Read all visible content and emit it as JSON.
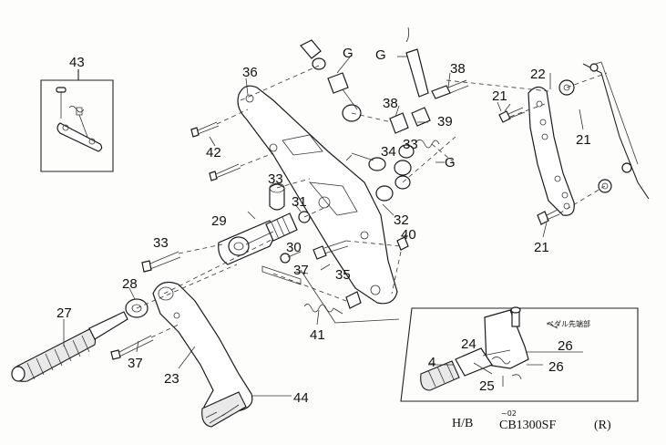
{
  "callouts": {
    "p43": "43",
    "p36": "36",
    "pG1": "G",
    "pG2": "G",
    "pG3": "G",
    "p38a": "38",
    "p38b": "38",
    "p39": "39",
    "p34": "34",
    "p33a": "33",
    "p33b": "33",
    "p33c": "33",
    "p22": "22",
    "p21a": "21",
    "p21b": "21",
    "p21c": "21",
    "p42": "42",
    "p31": "31",
    "p29": "29",
    "p30": "30",
    "p32": "32",
    "p40": "40",
    "p37a": "37",
    "p35": "35",
    "p28": "28",
    "p27": "27",
    "p41": "41",
    "p37b": "37",
    "p23": "23",
    "p44": "44",
    "p24": "24",
    "p4": "4",
    "p26a": "26",
    "p26b": "26",
    "p25": "25"
  },
  "inset_note": "ペダル先端部",
  "footer": {
    "left": "H/B",
    "mark": "~02",
    "model": "CB1300SF",
    "suffix": "(R)"
  }
}
